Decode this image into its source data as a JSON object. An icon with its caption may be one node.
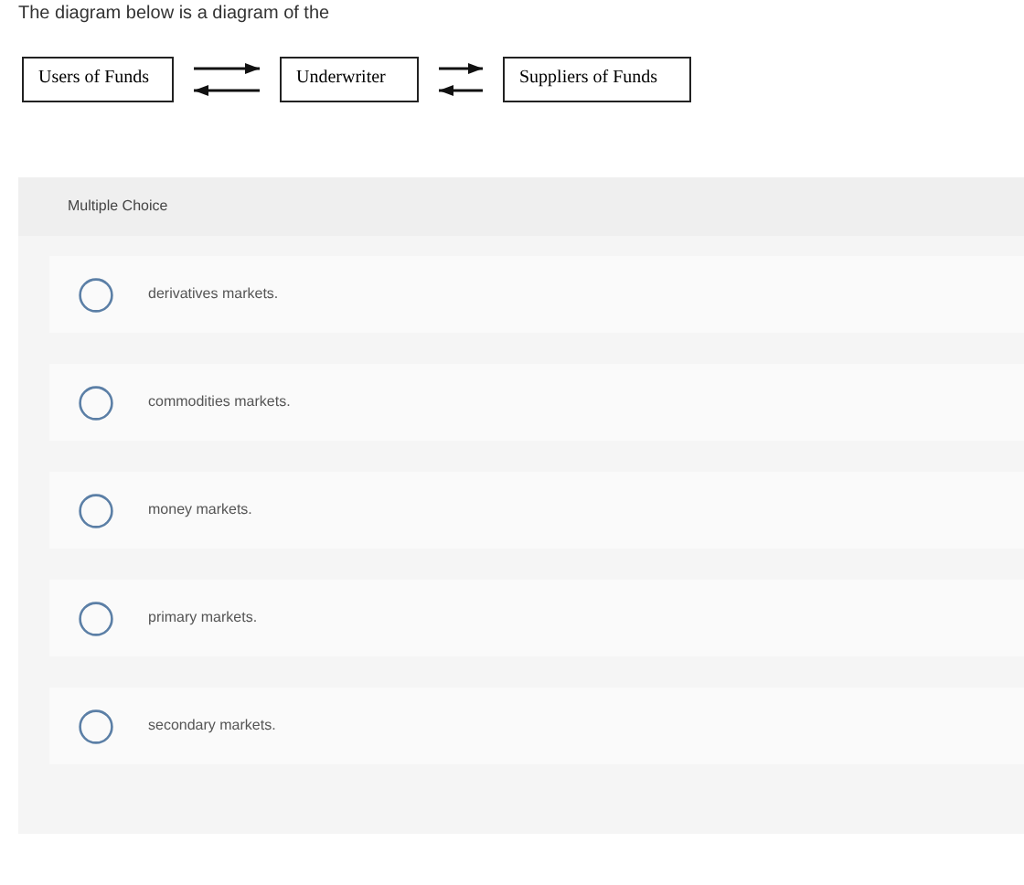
{
  "diagram": {
    "nodes": [
      {
        "text": [
          "Users of Funds"
        ]
      },
      {
        "text": [
          "Underwriter"
        ]
      },
      {
        "text": [
          "Suppliers of Funds"
        ]
      }
    ],
    "edges": [
      {
        "from": 0,
        "to": 1,
        "arrow": "to"
      },
      {
        "from": 1,
        "to": 0,
        "arrow": "to"
      },
      {
        "from": 1,
        "to": 2,
        "arrow": "to"
      },
      {
        "from": 2,
        "to": 1,
        "arrow": "to"
      }
    ],
    "labels": [
      "The diagram below is a diagram of the",
      "Multiple Choice",
      "derivatives markets.",
      "commodities markets.",
      "money markets.",
      "primary markets.",
      "secondary markets."
    ]
  }
}
